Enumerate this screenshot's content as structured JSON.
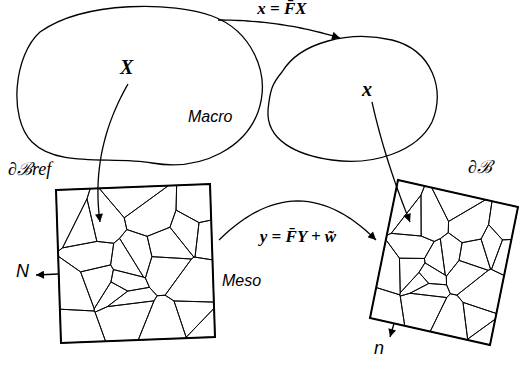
{
  "diagram": {
    "nodes": [
      {
        "text": [
          "X"
        ]
      },
      {
        "text": [
          "x"
        ]
      },
      {
        "text": [
          "∂ℬref"
        ]
      },
      {
        "text": [
          "∂ℬ"
        ]
      }
    ],
    "edges": [
      {
        "from": 0,
        "to": 1,
        "arrow": "to",
        "label": "x = F̄X"
      },
      {
        "from": 0,
        "to": 2,
        "arrow": "to"
      },
      {
        "from": 1,
        "to": 3,
        "arrow": "to"
      },
      {
        "from": 2,
        "to": 3,
        "arrow": "to",
        "label": "y = F̄Y + w̃"
      }
    ],
    "labels": [
      "Macro",
      "Meso",
      "N",
      "n"
    ]
  }
}
